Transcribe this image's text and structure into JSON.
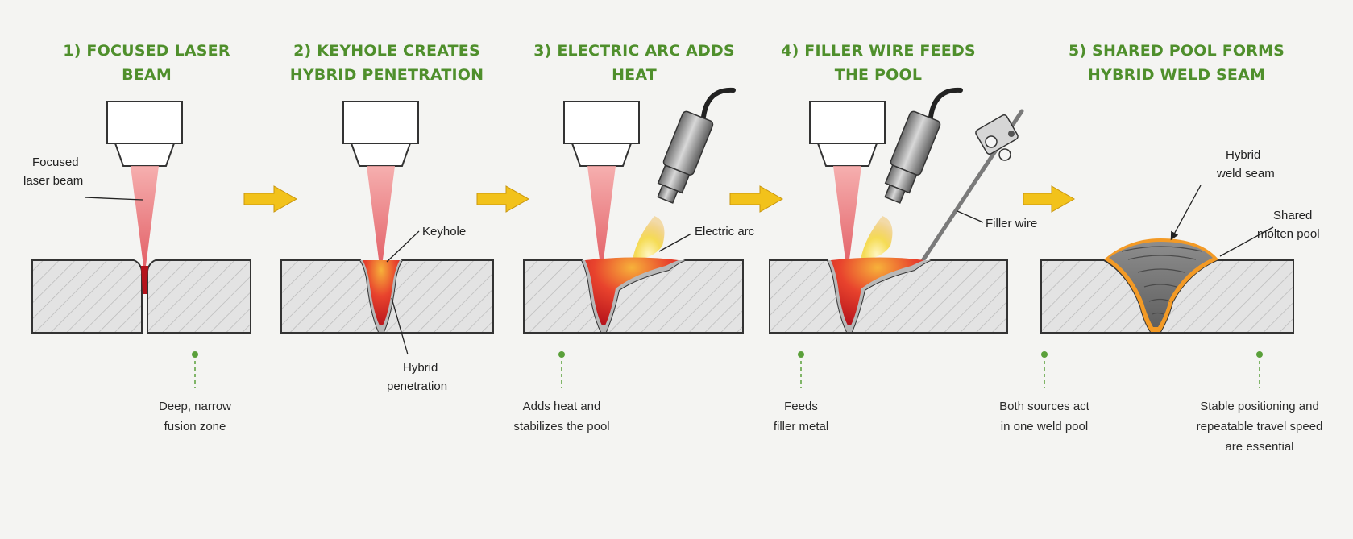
{
  "steps": [
    {
      "title": [
        "1) FOCUSED LASER",
        "BEAM"
      ],
      "label": [
        "Focused",
        "laser beam"
      ],
      "caption": [
        "Deep, narrow",
        "fusion zone"
      ]
    },
    {
      "title": [
        "2) KEYHOLE CREATES",
        "HYBRID PENETRATION"
      ],
      "label_keyhole": "Keyhole",
      "label_penetration": [
        "Hybrid",
        "penetration"
      ]
    },
    {
      "title": [
        "3) ELECTRIC ARC ADDS",
        "HEAT"
      ],
      "label": "Electric arc",
      "caption": [
        "Adds heat and",
        "stabilizes the pool"
      ]
    },
    {
      "title": [
        "4) FILLER WIRE FEEDS",
        "THE POOL"
      ],
      "label": "Filler wire",
      "caption": [
        "Feeds",
        "filler metal"
      ]
    },
    {
      "title": [
        "5) SHARED POOL FORMS",
        "HYBRID WELD SEAM"
      ],
      "label_seam": [
        "Hybrid",
        "weld seam"
      ],
      "label_pool": [
        "Shared",
        "molten pool"
      ],
      "caption_left": [
        "Both sources act",
        "in one weld pool"
      ],
      "caption_right": [
        "Stable positioning and",
        "repeatable travel speed",
        "are essential"
      ]
    }
  ],
  "colors": {
    "title_green": "#4f8f2c",
    "arrow_yellow": "#f2c21b",
    "beam_red": "#f08a8a",
    "molten_red": "#d8242a",
    "molten_orange": "#f39a25",
    "dot_green": "#5aa03a"
  }
}
